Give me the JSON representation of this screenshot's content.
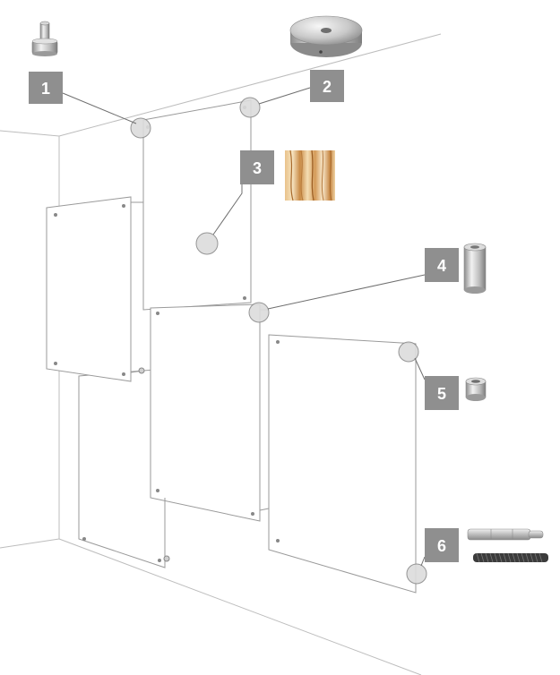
{
  "callouts": [
    {
      "number": "1",
      "part_icon": "standoff-screw-icon"
    },
    {
      "number": "2",
      "part_icon": "round-base-plate-icon"
    },
    {
      "number": "3",
      "part_icon": "panel-material-swatch-icon"
    },
    {
      "number": "4",
      "part_icon": "long-spacer-tube-icon"
    },
    {
      "number": "5",
      "part_icon": "short-spacer-ring-icon"
    },
    {
      "number": "6",
      "part_icon": "anchor-bolt-and-threaded-rod-icon"
    }
  ],
  "colors": {
    "label_bg": "#8f8f8f",
    "label_text": "#ffffff",
    "panel_stroke": "#9a9a9a",
    "wall_stroke": "#bdbdbd",
    "metal_light": "#e6e6e6",
    "metal_dark": "#8c8c8c"
  }
}
